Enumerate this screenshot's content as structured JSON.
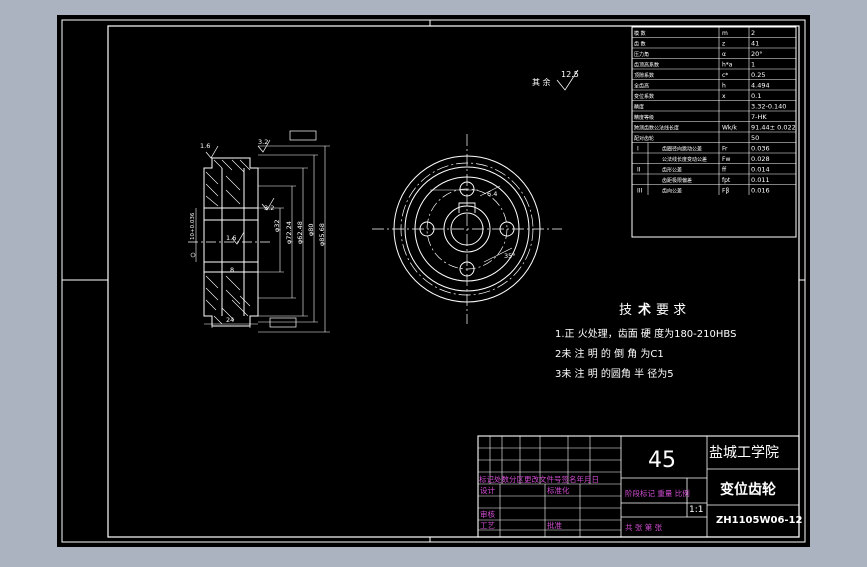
{
  "colors": {
    "background": "#aab3bf",
    "canvas": "#000000",
    "line": "#ffffff",
    "dim": "#ffffff",
    "title_purple": "#d24dd2"
  },
  "surface_roughness": {
    "label": "其 余",
    "value": "12.5"
  },
  "param_table": {
    "rows": [
      {
        "name": "模 数",
        "symbol": "m",
        "value": "2"
      },
      {
        "name": "齿 数",
        "symbol": "z",
        "value": "41"
      },
      {
        "name": "压力角",
        "symbol": "α",
        "value": "20°"
      },
      {
        "name": "齿顶高系数",
        "symbol": "h*a",
        "value": "1"
      },
      {
        "name": "顶隙系数",
        "symbol": "c*",
        "value": "0.25"
      },
      {
        "name": "全齿高",
        "symbol": "h",
        "value": "4.494"
      },
      {
        "name": "变位系数",
        "symbol": "x",
        "value": "0.1"
      },
      {
        "name": "精度",
        "symbol": "",
        "value": "3.32-0.140"
      },
      {
        "name": "精度等级",
        "symbol": "",
        "value": "7-HK"
      },
      {
        "name": "跨测齿数公法线长度",
        "symbol": "Wk/k",
        "value": "91.44± 0.022"
      },
      {
        "name": "配对齿轮",
        "symbol": "",
        "value": "50"
      }
    ],
    "group_rows": [
      {
        "group": "I",
        "name": "齿圈径向跳动公差",
        "symbol": "Fr",
        "value": "0.036"
      },
      {
        "group": "",
        "name": "公法线长度变动公差",
        "symbol": "Fw",
        "value": "0.028"
      },
      {
        "group": "II",
        "name": "齿形公差",
        "symbol": "ff",
        "value": "0.014"
      },
      {
        "group": "",
        "name": "齿距极限偏差",
        "symbol": "fpt",
        "value": "0.011"
      },
      {
        "group": "III",
        "name": "齿向公差",
        "symbol": "Fβ",
        "value": "0.016"
      }
    ]
  },
  "tech_req": {
    "title_a": "技",
    "title_b": "术",
    "title_c": "要 求",
    "items": [
      "1.正 火处理，齿面 硬 度为180-210HBS",
      "2未 注 明 的 倒 角 为C1",
      "3未 注 明 的圆角 半 径为5"
    ]
  },
  "title_block": {
    "material": "45",
    "school": "盐城工学院",
    "part_name": "变位齿轮",
    "drawing_no": "ZH1105W06-12",
    "scale": "1:1",
    "header_row": "标记处数分区更改文件号签名年月日",
    "designer_row": "设计",
    "standard_row": "标准化",
    "review_row": "审核",
    "process_row": "工艺",
    "approve_row": "批准",
    "stage_row": "阶段标记  重量  比例",
    "sheets_row": "共  张 第  张"
  },
  "section_dims": {
    "chamfer_left": "1.6",
    "chamfer_top": "3.2",
    "width": "24",
    "d1": "φ32",
    "d2": "φ72.24",
    "d3": "φ62.48",
    "d4": "φ80",
    "d5": "φ85.68",
    "ra_bore": "1.6",
    "ra_hub": "3.2",
    "keyway": "8",
    "left_dim": "10+0.036"
  },
  "front_dims": {
    "hole_label": "6.4",
    "angle_label": "35°"
  }
}
